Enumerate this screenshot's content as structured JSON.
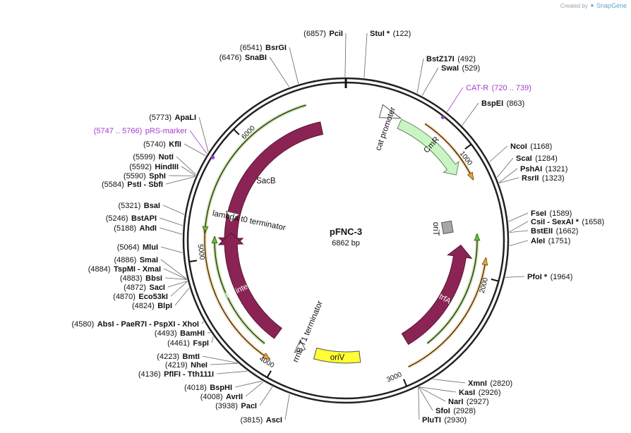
{
  "watermark": {
    "prefix": "Created by",
    "brand": "SnapGene"
  },
  "plasmid": {
    "name": "pFNC-3",
    "length": 6862,
    "size_label": "6862 bp"
  },
  "scale_ticks": [
    {
      "bp": 1000,
      "label": "1000"
    },
    {
      "bp": 2000,
      "label": "2000"
    },
    {
      "bp": 3000,
      "label": "3000"
    },
    {
      "bp": 4000,
      "label": "4000"
    },
    {
      "bp": 5000,
      "label": "5000"
    },
    {
      "bp": 6000,
      "label": "6000"
    }
  ],
  "colors": {
    "backbone": "#222222",
    "purple_feature": "#8b2454",
    "cmr": "#c9f5c4",
    "orit": "#a3a8ad",
    "oriv": "#ffff33",
    "primer": "#a23cd0",
    "orange_arrow": "#f0a030",
    "green_arrow": "#5cc42a",
    "white_arrow": "#ffffff"
  },
  "features": [
    {
      "name": "SacB",
      "start": 5060,
      "end": 6630,
      "dir": -1,
      "kind": "purple",
      "label_mode": "outside"
    },
    {
      "name": "cat promoter",
      "start": 290,
      "end": 460,
      "dir": 1,
      "kind": "white",
      "label_mode": "outside"
    },
    {
      "name": "CmR",
      "start": 470,
      "end": 1130,
      "dir": 1,
      "kind": "cmr",
      "label_mode": "inside"
    },
    {
      "name": "oriT",
      "start": 1530,
      "end": 1620,
      "dir": 0,
      "kind": "orit",
      "label_mode": "inside_left"
    },
    {
      "name": "trfA",
      "start": 1760,
      "end": 2840,
      "dir": -1,
      "kind": "purple",
      "label_mode": "inside"
    },
    {
      "name": "oriV",
      "start": 3300,
      "end": 3720,
      "dir": 0,
      "kind": "oriv",
      "label_mode": "inside"
    },
    {
      "name": "rrnB T1 terminator",
      "start": 3820,
      "end": 3900,
      "dir": -1,
      "kind": "white",
      "label_mode": "inside_left"
    },
    {
      "name": "Bxb1 integrase",
      "start": 4120,
      "end": 5220,
      "dir": 1,
      "kind": "purple",
      "label_mode": "inside"
    },
    {
      "name": "lambda t0 terminator",
      "start": 5320,
      "end": 5410,
      "dir": -1,
      "kind": "white",
      "label_mode": "inside_left"
    }
  ],
  "arrows": [
    {
      "kind": "green",
      "start": 5200,
      "end": 6550,
      "dir": -1,
      "track": "outer"
    },
    {
      "kind": "orange",
      "start": 650,
      "end": 1230,
      "dir": 1,
      "track": "outer"
    },
    {
      "kind": "green",
      "start": 1660,
      "end": 2700,
      "dir": -1,
      "track": "inner"
    },
    {
      "kind": "orange",
      "start": 1850,
      "end": 2930,
      "dir": -1,
      "track": "outer"
    },
    {
      "kind": "orange",
      "start": 4050,
      "end": 5230,
      "dir": -1,
      "track": "outer"
    },
    {
      "kind": "green",
      "start": 4160,
      "end": 5180,
      "dir": 1,
      "track": "inner"
    }
  ],
  "right_labels": [
    {
      "pos": "(122)",
      "enz": "StuI",
      "star": true,
      "site": 122
    },
    {
      "pos": "(492)",
      "enz": "BstZ17I",
      "site": 492
    },
    {
      "pos": "(529)",
      "enz": "SwaI",
      "site": 529
    },
    {
      "pos": "(720 .. 739)",
      "enz": "CAT-R",
      "primer": true,
      "site": 728
    },
    {
      "pos": "(863)",
      "enz": "BspEI",
      "site": 863
    },
    {
      "pos": "(1168)",
      "enz": "NcoI",
      "site": 1168
    },
    {
      "pos": "(1284)",
      "enz": "ScaI",
      "site": 1284
    },
    {
      "pos": "(1321)",
      "enz": "PshAI",
      "site": 1321
    },
    {
      "pos": "(1323)",
      "enz": "RsrII",
      "site": 1323
    },
    {
      "pos": "(1589)",
      "enz": "FseI",
      "site": 1589
    },
    {
      "pos": "(1658)",
      "enz": "CsiI - SexAI",
      "star": true,
      "site": 1658
    },
    {
      "pos": "(1662)",
      "enz": "BstEII",
      "site": 1662
    },
    {
      "pos": "(1751)",
      "enz": "AleI",
      "site": 1751
    },
    {
      "pos": "(1964)",
      "enz": "PfoI",
      "star": true,
      "site": 1964
    },
    {
      "pos": "(2820)",
      "enz": "XmnI",
      "site": 2820
    },
    {
      "pos": "(2926)",
      "enz": "KasI",
      "site": 2926
    },
    {
      "pos": "(2927)",
      "enz": "NarI",
      "site": 2927
    },
    {
      "pos": "(2928)",
      "enz": "SfoI",
      "site": 2928
    },
    {
      "pos": "(2930)",
      "enz": "PluTI",
      "site": 2930
    }
  ],
  "left_labels": [
    {
      "pos": "(6857)",
      "enz": "PciI",
      "site": 6857
    },
    {
      "pos": "(6541)",
      "enz": "BsrGI",
      "site": 6541
    },
    {
      "pos": "(6476)",
      "enz": "SnaBI",
      "site": 6476
    },
    {
      "pos": "(5773)",
      "enz": "ApaLI",
      "site": 5773
    },
    {
      "pos": "(5747 .. 5766)",
      "enz": "pRS-marker",
      "primer": true,
      "site": 5756
    },
    {
      "pos": "(5740)",
      "enz": "KflI",
      "site": 5740
    },
    {
      "pos": "(5599)",
      "enz": "NotI",
      "site": 5599
    },
    {
      "pos": "(5592)",
      "enz": "HindIII",
      "site": 5592
    },
    {
      "pos": "(5590)",
      "enz": "SphI",
      "site": 5590
    },
    {
      "pos": "(5584)",
      "enz": "PstI - SbfI",
      "site": 5584
    },
    {
      "pos": "(5321)",
      "enz": "BsaI",
      "site": 5321
    },
    {
      "pos": "(5246)",
      "enz": "BstAPI",
      "site": 5246
    },
    {
      "pos": "(5188)",
      "enz": "AhdI",
      "site": 5188
    },
    {
      "pos": "(5064)",
      "enz": "MluI",
      "site": 5064
    },
    {
      "pos": "(4886)",
      "enz": "SmaI",
      "site": 4886
    },
    {
      "pos": "(4884)",
      "enz": "TspMI - XmaI",
      "site": 4884
    },
    {
      "pos": "(4883)",
      "enz": "BbsI",
      "site": 4883
    },
    {
      "pos": "(4872)",
      "enz": "SacI",
      "site": 4872
    },
    {
      "pos": "(4870)",
      "enz": "Eco53kI",
      "site": 4870
    },
    {
      "pos": "(4824)",
      "enz": "BlpI",
      "site": 4824
    },
    {
      "pos": "(4580)",
      "enz": "AbsI - PaeR7I - PspXI - XhoI",
      "site": 4580
    },
    {
      "pos": "(4493)",
      "enz": "BamHI",
      "site": 4493
    },
    {
      "pos": "(4461)",
      "enz": "FspI",
      "site": 4461
    },
    {
      "pos": "(4223)",
      "enz": "BmtI",
      "site": 4223
    },
    {
      "pos": "(4219)",
      "enz": "NheI",
      "site": 4219
    },
    {
      "pos": "(4136)",
      "enz": "PflFI - Tth111I",
      "site": 4136
    },
    {
      "pos": "(4018)",
      "enz": "BspHI",
      "site": 4018
    },
    {
      "pos": "(4008)",
      "enz": "AvrII",
      "site": 4008
    },
    {
      "pos": "(3938)",
      "enz": "PacI",
      "site": 3938
    },
    {
      "pos": "(3815)",
      "enz": "AscI",
      "site": 3815
    }
  ]
}
